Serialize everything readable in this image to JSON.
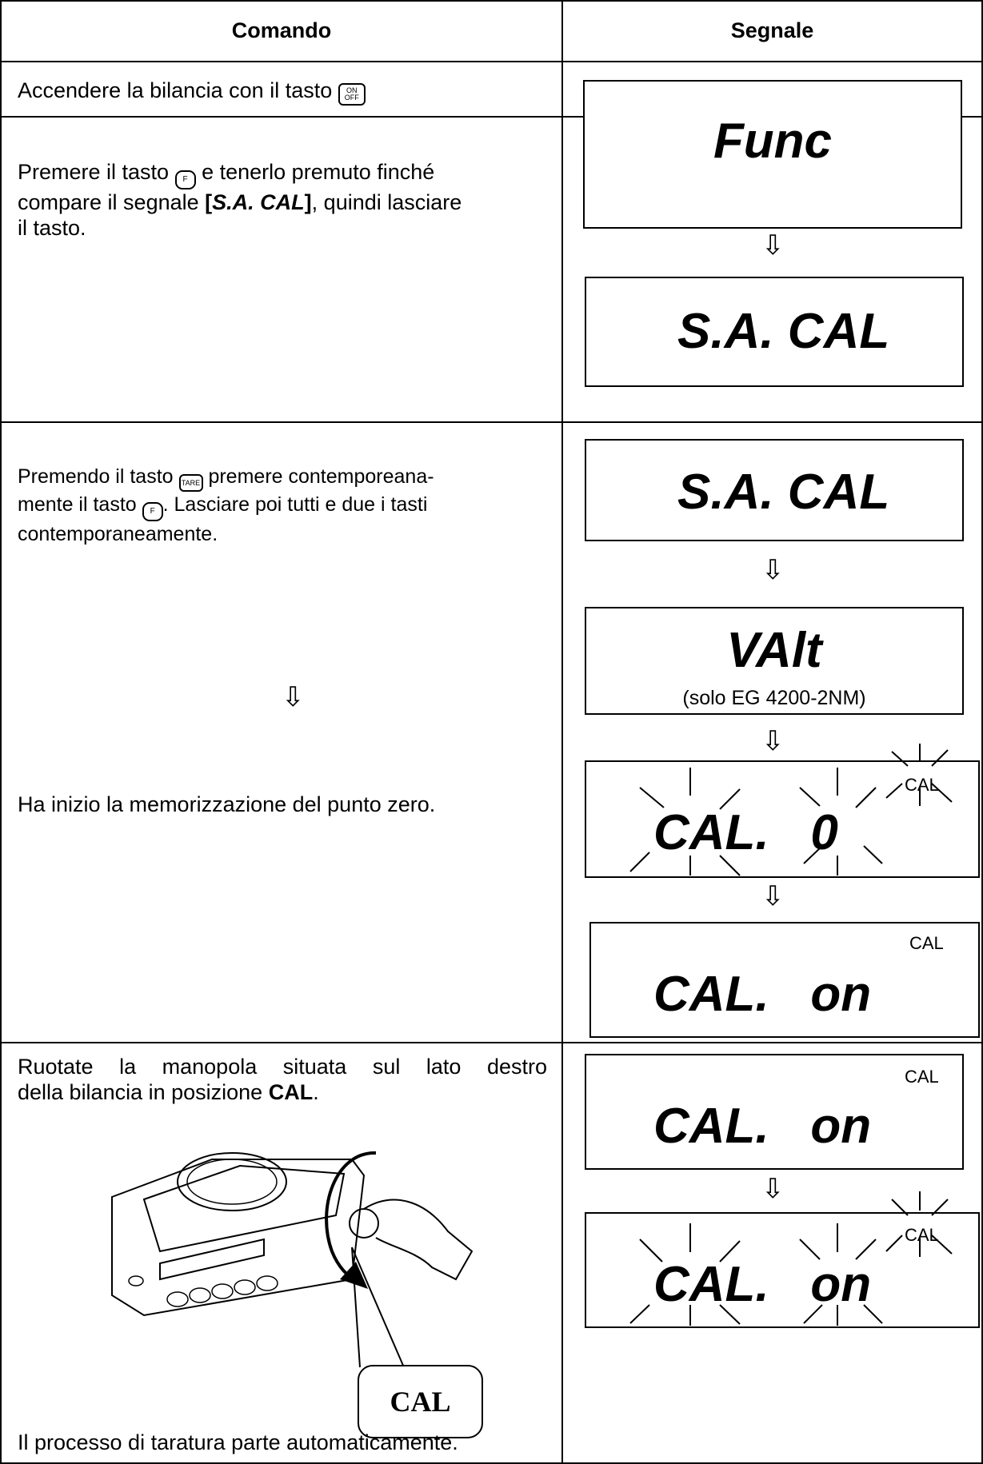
{
  "header": {
    "command": "Comando",
    "signal": "Segnale"
  },
  "rows": {
    "r1": {
      "text": "Accendere la bilancia con il tasto",
      "key": "ON OFF"
    },
    "r2": {
      "text_1": "Premere il tasto",
      "text_2": "e tenerlo premuto finché",
      "text_3": "compare il segnale",
      "bracket_open": "[",
      "code": "S.A. CAL",
      "bracket_close": "]",
      "text_4": ", quindi lasciare",
      "text_5": "il tasto.",
      "key": "F",
      "display_1": "Func",
      "display_2": "S.A. CAL"
    },
    "r3": {
      "text_1": "Premendo il tasto",
      "key_tare": "TARE",
      "text_2": "premere contemporeana-",
      "text_3": "mente il tasto",
      "key_f": "F",
      "text_4": ". Lasciare poi tutti e due i tasti",
      "text_5": "contemporaneamente.",
      "text_6": "Ha inizio la memorizzazione del punto zero.",
      "display_1": "S.A. CAL",
      "display_2": "VAlt",
      "display_2_note": "(solo EG 4200-2NM)",
      "display_3": "CAL.   0",
      "display_3_ind": "CAL",
      "display_4": "CAL.   on",
      "display_4_ind": "CAL"
    },
    "r4": {
      "text_1": "Ruotate la manopola situata sul lato destro",
      "text_2a": "della bilancia in posizione ",
      "text_2b": "CAL",
      "text_2c": ".",
      "callout": "CAL",
      "text_3": "Il processo di taratura parte automaticamente.",
      "display_1": "CAL.   on",
      "display_1_ind": "CAL",
      "display_2": "CAL.   on",
      "display_2_ind": "CAL"
    }
  },
  "arrow": "⇩"
}
